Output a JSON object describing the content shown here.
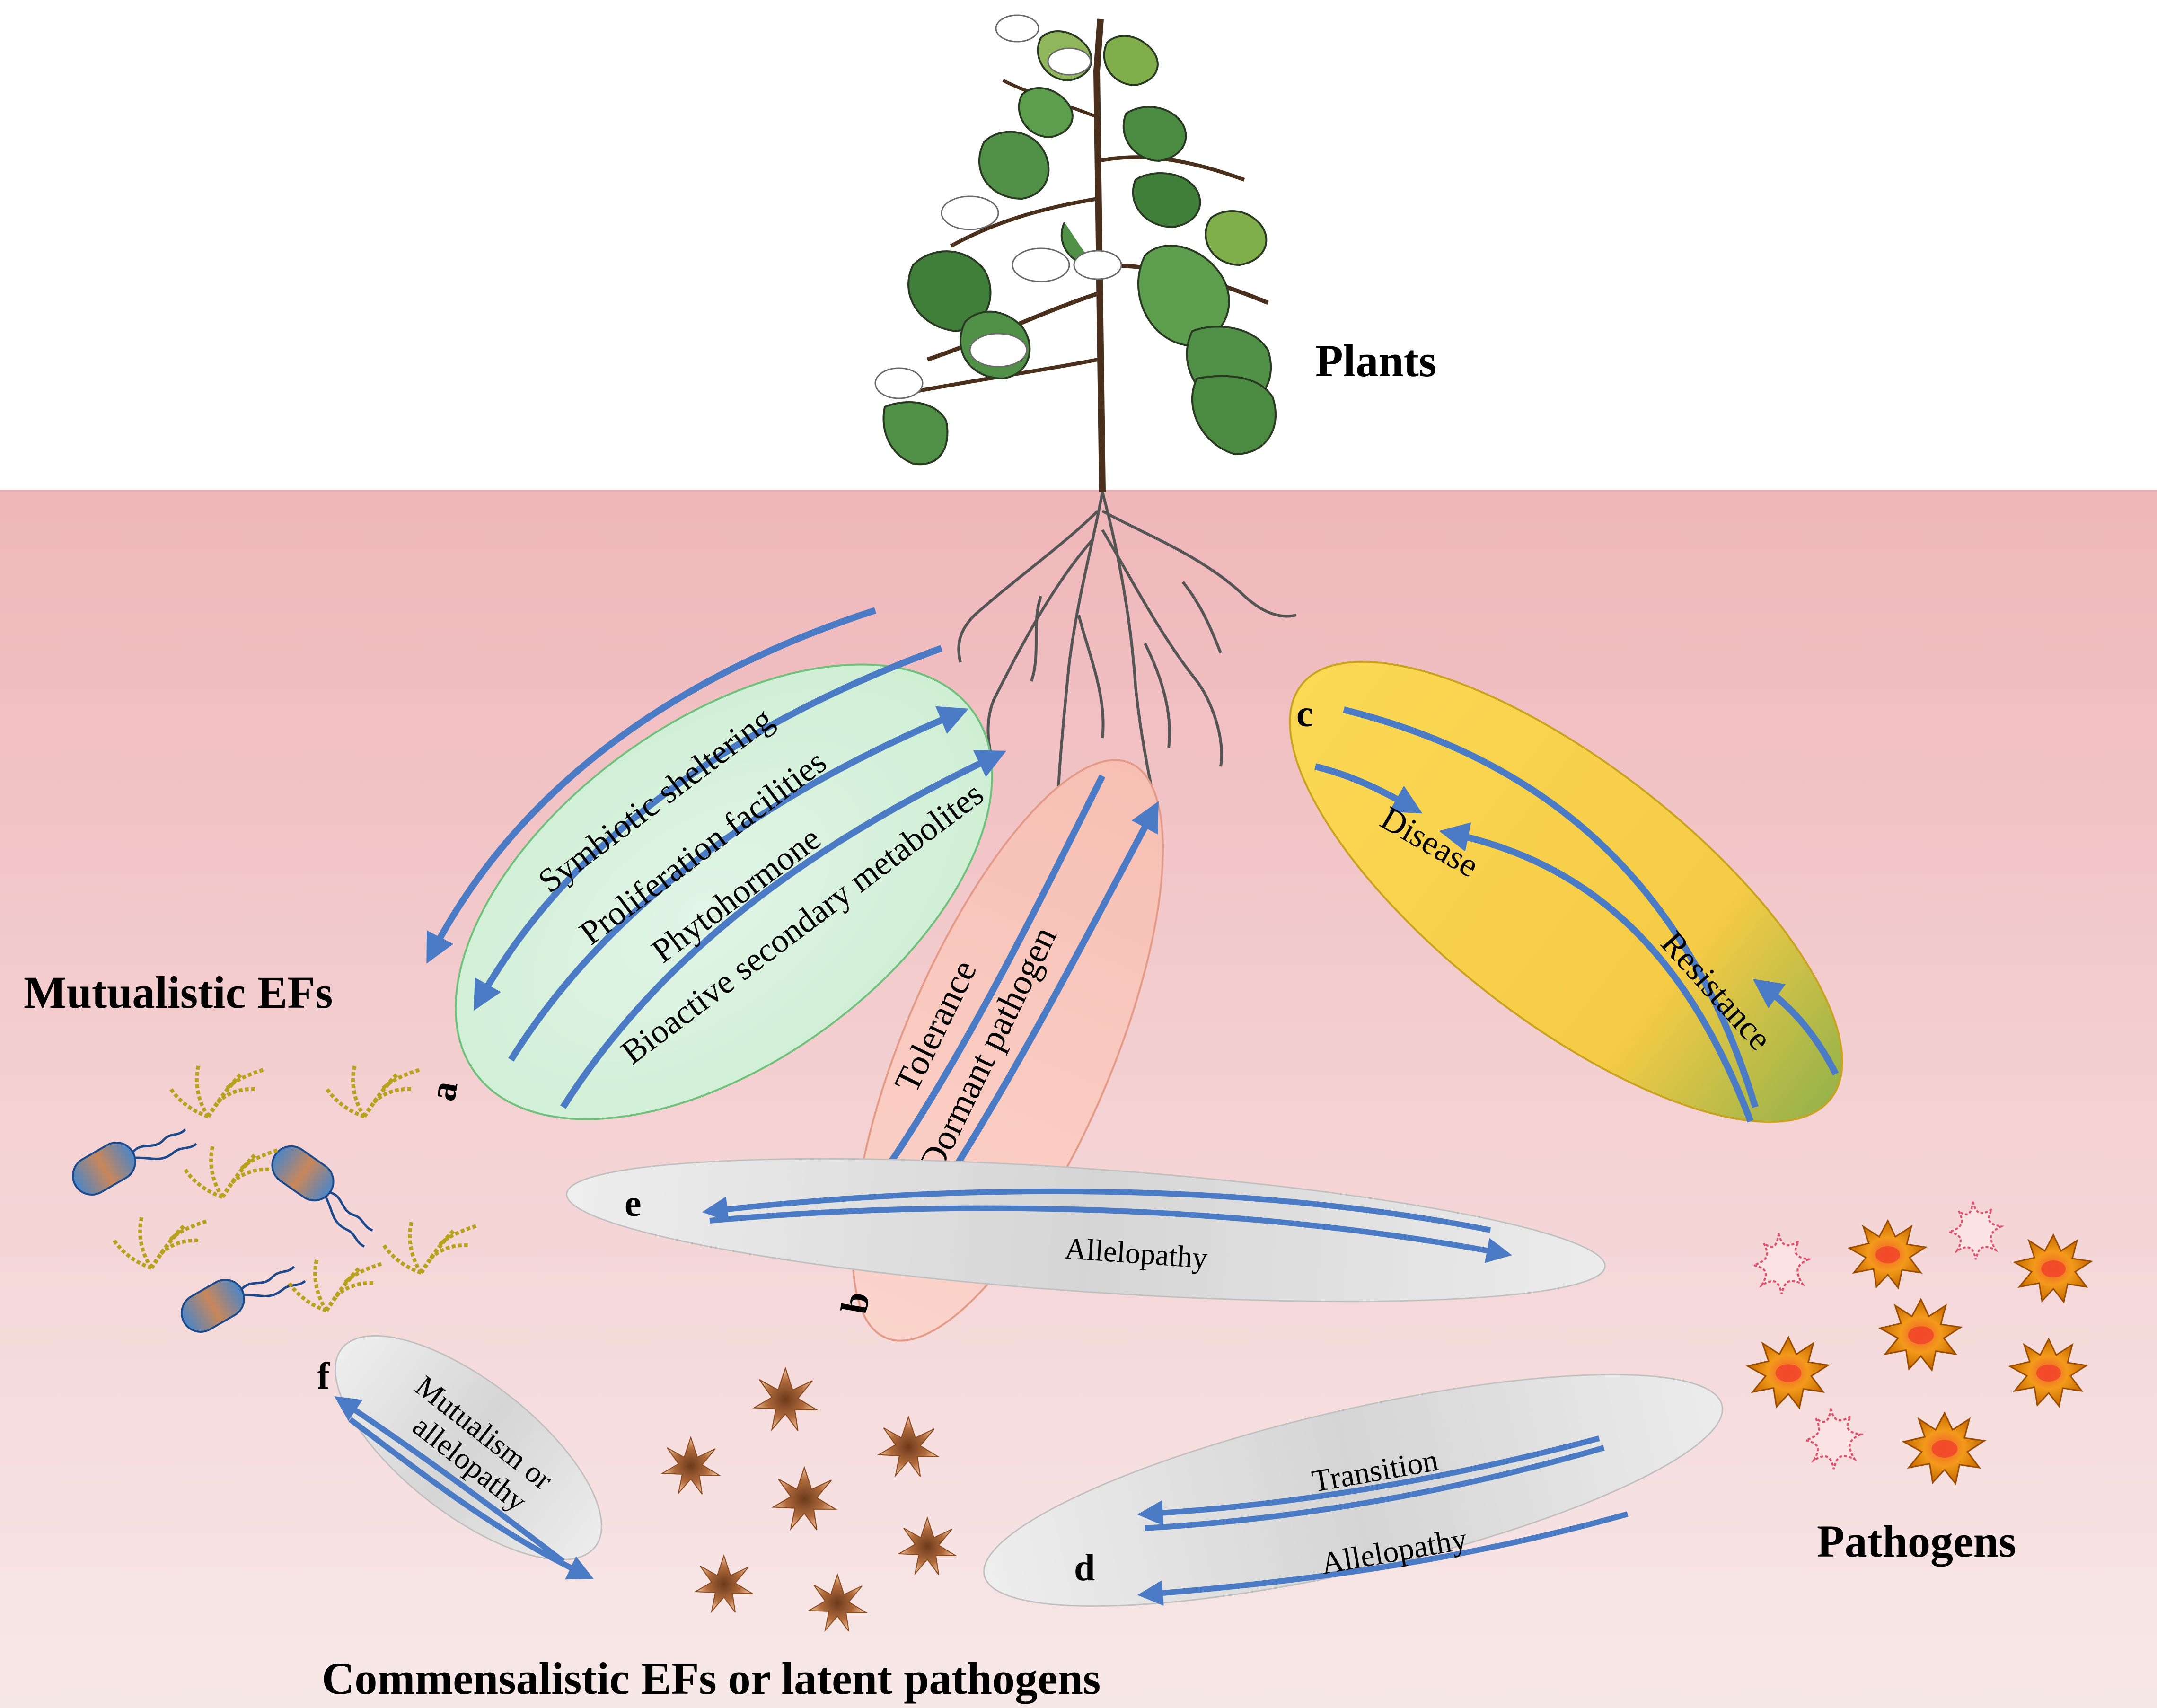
{
  "labels": {
    "plants": "Plants",
    "mutualistic": "Mutualistic EFs",
    "pathogens": "Pathogens",
    "commensalistic": "Commensalistic EFs or latent pathogens"
  },
  "panels": {
    "a": {
      "letter": "a",
      "items": [
        "Symbiotic sheltering",
        "Proliferation facilities",
        "Phytohormone",
        "Bioactive secondary metabolites"
      ]
    },
    "b": {
      "letter": "b",
      "items": [
        "Tolerance",
        "Dormant pathogen"
      ]
    },
    "c": {
      "letter": "c",
      "items": [
        "Disease",
        "Resistance"
      ]
    },
    "d": {
      "letter": "d",
      "items": [
        "Transition",
        "Allelopathy"
      ]
    },
    "e": {
      "letter": "e",
      "items": [
        "Allelopathy"
      ]
    },
    "f": {
      "letter": "f",
      "items": [
        "Mutualism or",
        "allelopathy"
      ]
    }
  },
  "colors": {
    "soil_top": "#f1b8bb",
    "soil_bottom": "#f6e6e6",
    "arrow": "#4a7bc4",
    "panel_a": "#dbf2df",
    "panel_b": "#f9c9c0",
    "panel_c": "#f9d24f",
    "panel_gray": "#dadada"
  }
}
